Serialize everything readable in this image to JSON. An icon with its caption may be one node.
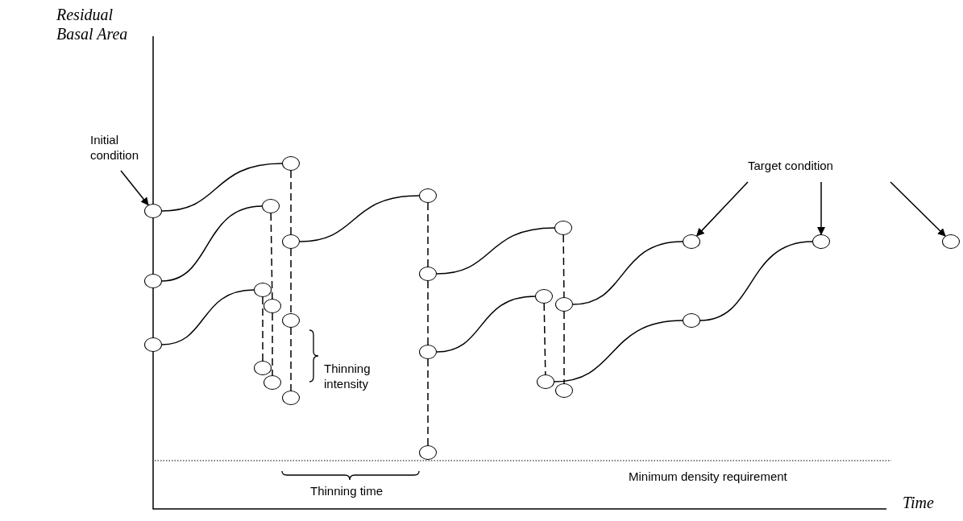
{
  "diagram": {
    "nodes": [
      {
        "text": [],
        "shape": "circle"
      },
      {
        "text": [],
        "shape": "circle"
      },
      {
        "text": [],
        "shape": "circle"
      },
      {
        "text": [],
        "shape": "circle"
      },
      {
        "text": [],
        "shape": "circle"
      },
      {
        "text": [],
        "shape": "circle"
      },
      {
        "text": [],
        "shape": "circle"
      },
      {
        "text": [],
        "shape": "circle"
      },
      {
        "text": [],
        "shape": "circle"
      },
      {
        "text": [],
        "shape": "circle"
      },
      {
        "text": [],
        "shape": "circle"
      },
      {
        "text": [],
        "shape": "circle"
      },
      {
        "text": [],
        "shape": "circle"
      },
      {
        "text": [],
        "shape": "circle"
      },
      {
        "text": [],
        "shape": "circle"
      },
      {
        "text": [],
        "shape": "circle"
      },
      {
        "text": [],
        "shape": "circle"
      },
      {
        "text": [],
        "shape": "circle"
      },
      {
        "text": [],
        "shape": "circle"
      },
      {
        "text": [],
        "shape": "circle"
      },
      {
        "text": [],
        "shape": "circle"
      },
      {
        "text": [],
        "shape": "circle"
      },
      {
        "text": [],
        "shape": "circle"
      },
      {
        "text": [],
        "shape": "circle"
      },
      {
        "text": [],
        "shape": "circle"
      },
      {
        "text": [
          "Initial condition"
        ]
      },
      {
        "text": [
          "Target condition"
        ]
      }
    ],
    "edges": [
      {
        "from": 0,
        "to": 3,
        "arrow": "none"
      },
      {
        "from": 1,
        "to": 4,
        "arrow": "none"
      },
      {
        "from": 2,
        "to": 5,
        "arrow": "none"
      },
      {
        "from": 3,
        "to": 6,
        "arrow": "none",
        "style": "dashed"
      },
      {
        "from": 6,
        "to": 8,
        "arrow": "none",
        "style": "dashed"
      },
      {
        "from": 8,
        "to": 11,
        "arrow": "none",
        "style": "dashed"
      },
      {
        "from": 4,
        "to": 7,
        "arrow": "none",
        "style": "dashed"
      },
      {
        "from": 7,
        "to": 10,
        "arrow": "none",
        "style": "dashed"
      },
      {
        "from": 5,
        "to": 9,
        "arrow": "none",
        "style": "dashed"
      },
      {
        "from": 6,
        "to": 12,
        "arrow": "none"
      },
      {
        "from": 12,
        "to": 13,
        "arrow": "none",
        "style": "dashed"
      },
      {
        "from": 13,
        "to": 14,
        "arrow": "none",
        "style": "dashed"
      },
      {
        "from": 14,
        "to": 15,
        "arrow": "none",
        "style": "dashed"
      },
      {
        "from": 13,
        "to": 16,
        "arrow": "none"
      },
      {
        "from": 14,
        "to": 17,
        "arrow": "none"
      },
      {
        "from": 16,
        "to": 18,
        "arrow": "none",
        "style": "dashed"
      },
      {
        "from": 18,
        "to": 20,
        "arrow": "none",
        "style": "dashed"
      },
      {
        "from": 17,
        "to": 19,
        "arrow": "none",
        "style": "dashed"
      },
      {
        "from": 18,
        "to": 21,
        "arrow": "none"
      },
      {
        "from": 19,
        "to": 22,
        "arrow": "none"
      },
      {
        "from": 22,
        "to": 23,
        "arrow": "none"
      },
      {
        "from": 25,
        "to": 0,
        "arrow": "to"
      },
      {
        "from": 26,
        "to": 21,
        "arrow": "to"
      },
      {
        "from": 26,
        "to": 23,
        "arrow": "to"
      },
      {
        "from": 26,
        "to": 24,
        "arrow": "to"
      }
    ],
    "labels": [
      "Residual Basal Area",
      "Thinning intensity",
      "Minimum density requirement",
      "Thinning time",
      "Time"
    ]
  }
}
